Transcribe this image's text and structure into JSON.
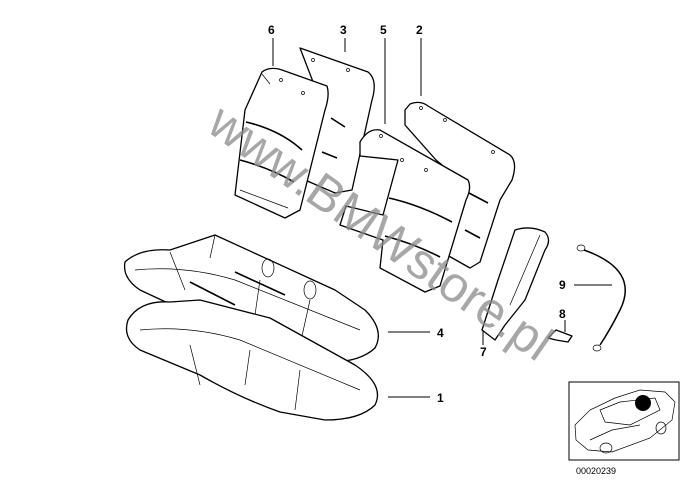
{
  "labels": {
    "part_1": "1",
    "part_2": "2",
    "part_3": "3",
    "part_4": "4",
    "part_5": "5",
    "part_6": "6",
    "part_7": "7",
    "part_8": "8",
    "part_9": "9"
  },
  "watermark": "www.BMWstore.pl",
  "diagram_number": "00020239"
}
